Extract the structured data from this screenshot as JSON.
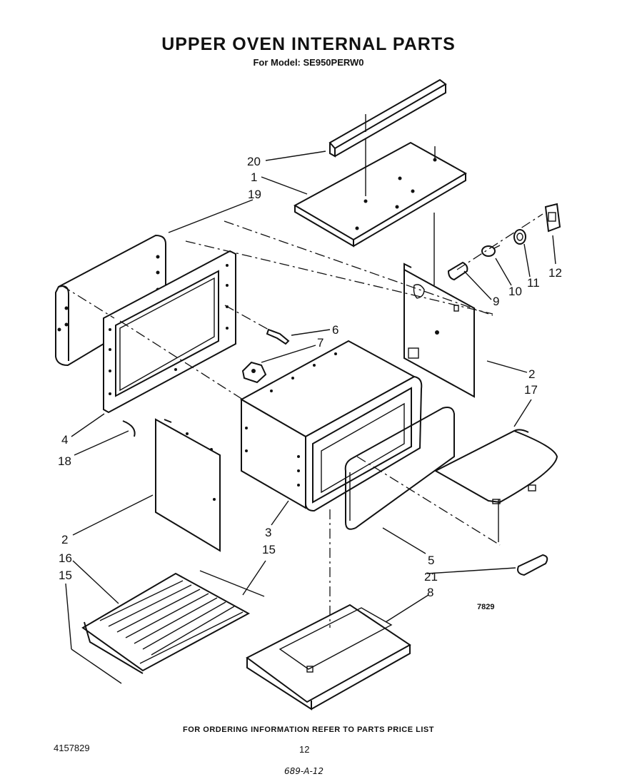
{
  "title": "UPPER OVEN  INTERNAL  PARTS",
  "subtitle": "For Model: SE950PERW0",
  "footer_note": "FOR ORDERING INFORMATION REFER TO PARTS PRICE LIST",
  "part_number": "4157829",
  "page_number": "12",
  "handwritten_note": "689-A-12",
  "diagram_code": "7829",
  "callouts": {
    "c20": "20",
    "c1": "1",
    "c19": "19",
    "c6": "6",
    "c7": "7",
    "c9": "9",
    "c10": "10",
    "c11": "11",
    "c12": "12",
    "c2a": "2",
    "c17": "17",
    "c4": "4",
    "c18": "18",
    "c2b": "2",
    "c16": "16",
    "c15a": "15",
    "c3": "3",
    "c15b": "15",
    "c5": "5",
    "c21": "21",
    "c8": "8"
  }
}
